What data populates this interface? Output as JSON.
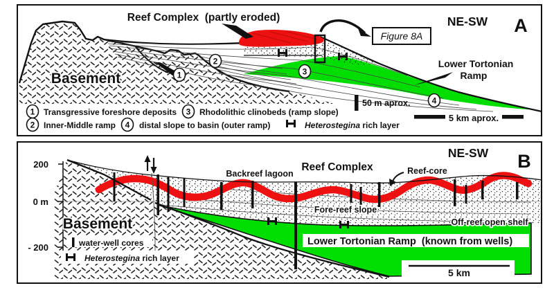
{
  "figure": {
    "colors": {
      "reef_red": "#ee1111",
      "ramp_green": "#00dd00",
      "line_black": "#111111"
    }
  },
  "panelA": {
    "letter": "A",
    "orientation": "NE-SW",
    "title": "Reef Complex  (partly eroded)",
    "figure_ref": "Figure 8A",
    "basement": "Basement",
    "ramp_line1": "Lower Tortonian",
    "ramp_line2": "Ramp",
    "scale_vertical": "50 m aprox.",
    "scale_horizontal": "5 km aprox.",
    "legend": [
      {
        "num": "1",
        "text": "Transgressive foreshore deposits"
      },
      {
        "num": "2",
        "text": "Inner-Middle ramp"
      },
      {
        "num": "3",
        "text": "Rhodolithic clinobeds (ramp slope)"
      },
      {
        "num": "4",
        "text": "distal slope to basin (outer ramp)"
      }
    ],
    "heterostegina_italic": "Heterostegina",
    "heterostegina_rest": " rich layer"
  },
  "panelB": {
    "letter": "B",
    "orientation": "NE-SW",
    "axis": {
      "top": "200",
      "zero": "0 m",
      "bottom": "- 200"
    },
    "labels": {
      "backreef_lagoon": "Backreef lagoon",
      "reef_complex": "Reef Complex",
      "reef_core": "Reef-core",
      "fore_reef_slope": "Fore-reef slope",
      "off_reef_shelf": "Off-reef open shelf",
      "basement": "Basement",
      "ramp_band": "Lower Tortonian Ramp  (known from wells)"
    },
    "legend": {
      "water_wells": "water-well cores",
      "heterostegina_italic": "Heterostegina",
      "heterostegina_rest": " rich layer"
    },
    "scale": "5 km"
  }
}
